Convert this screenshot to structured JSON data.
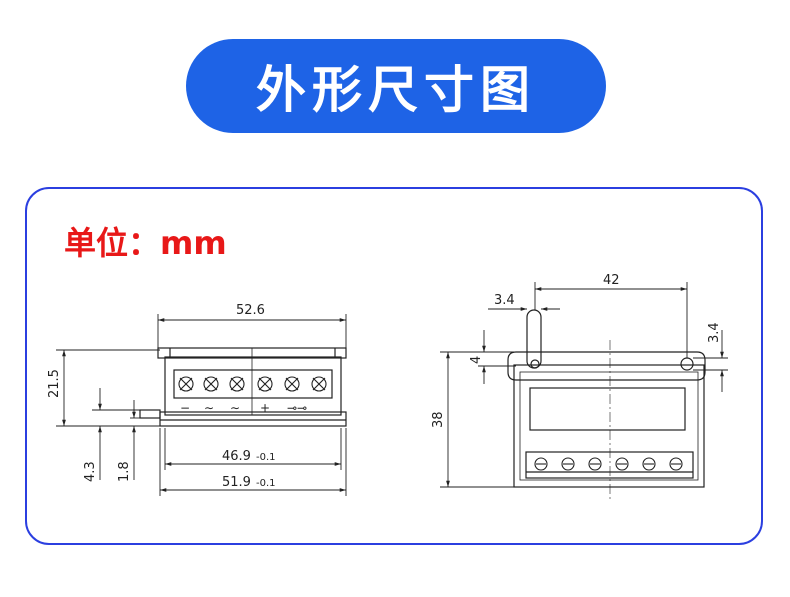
{
  "title": "外形尺寸图",
  "unit_label": "单位：mm",
  "left_view": {
    "dim_top_width": "52.6",
    "dim_height": "21.5",
    "dim_inner_width": "46.9",
    "dim_inner_width_tol": "-0.1",
    "dim_outer_width": "51.9",
    "dim_outer_width_tol": "-0.1",
    "dim_tab_height": "4.3",
    "dim_tab_thickness": "1.8",
    "terminal_symbols": [
      "−",
      "∼",
      "∼",
      "+",
      "⊸⊸"
    ]
  },
  "right_view": {
    "dim_hole_spacing": "42",
    "dim_slot_width": "3.4",
    "dim_hole_right": "3.4",
    "dim_slot_depth": "4",
    "dim_total_height": "38"
  },
  "colors": {
    "title_bg": "#1e63e6",
    "frame": "#2b3fe0",
    "unit": "#e81818"
  }
}
